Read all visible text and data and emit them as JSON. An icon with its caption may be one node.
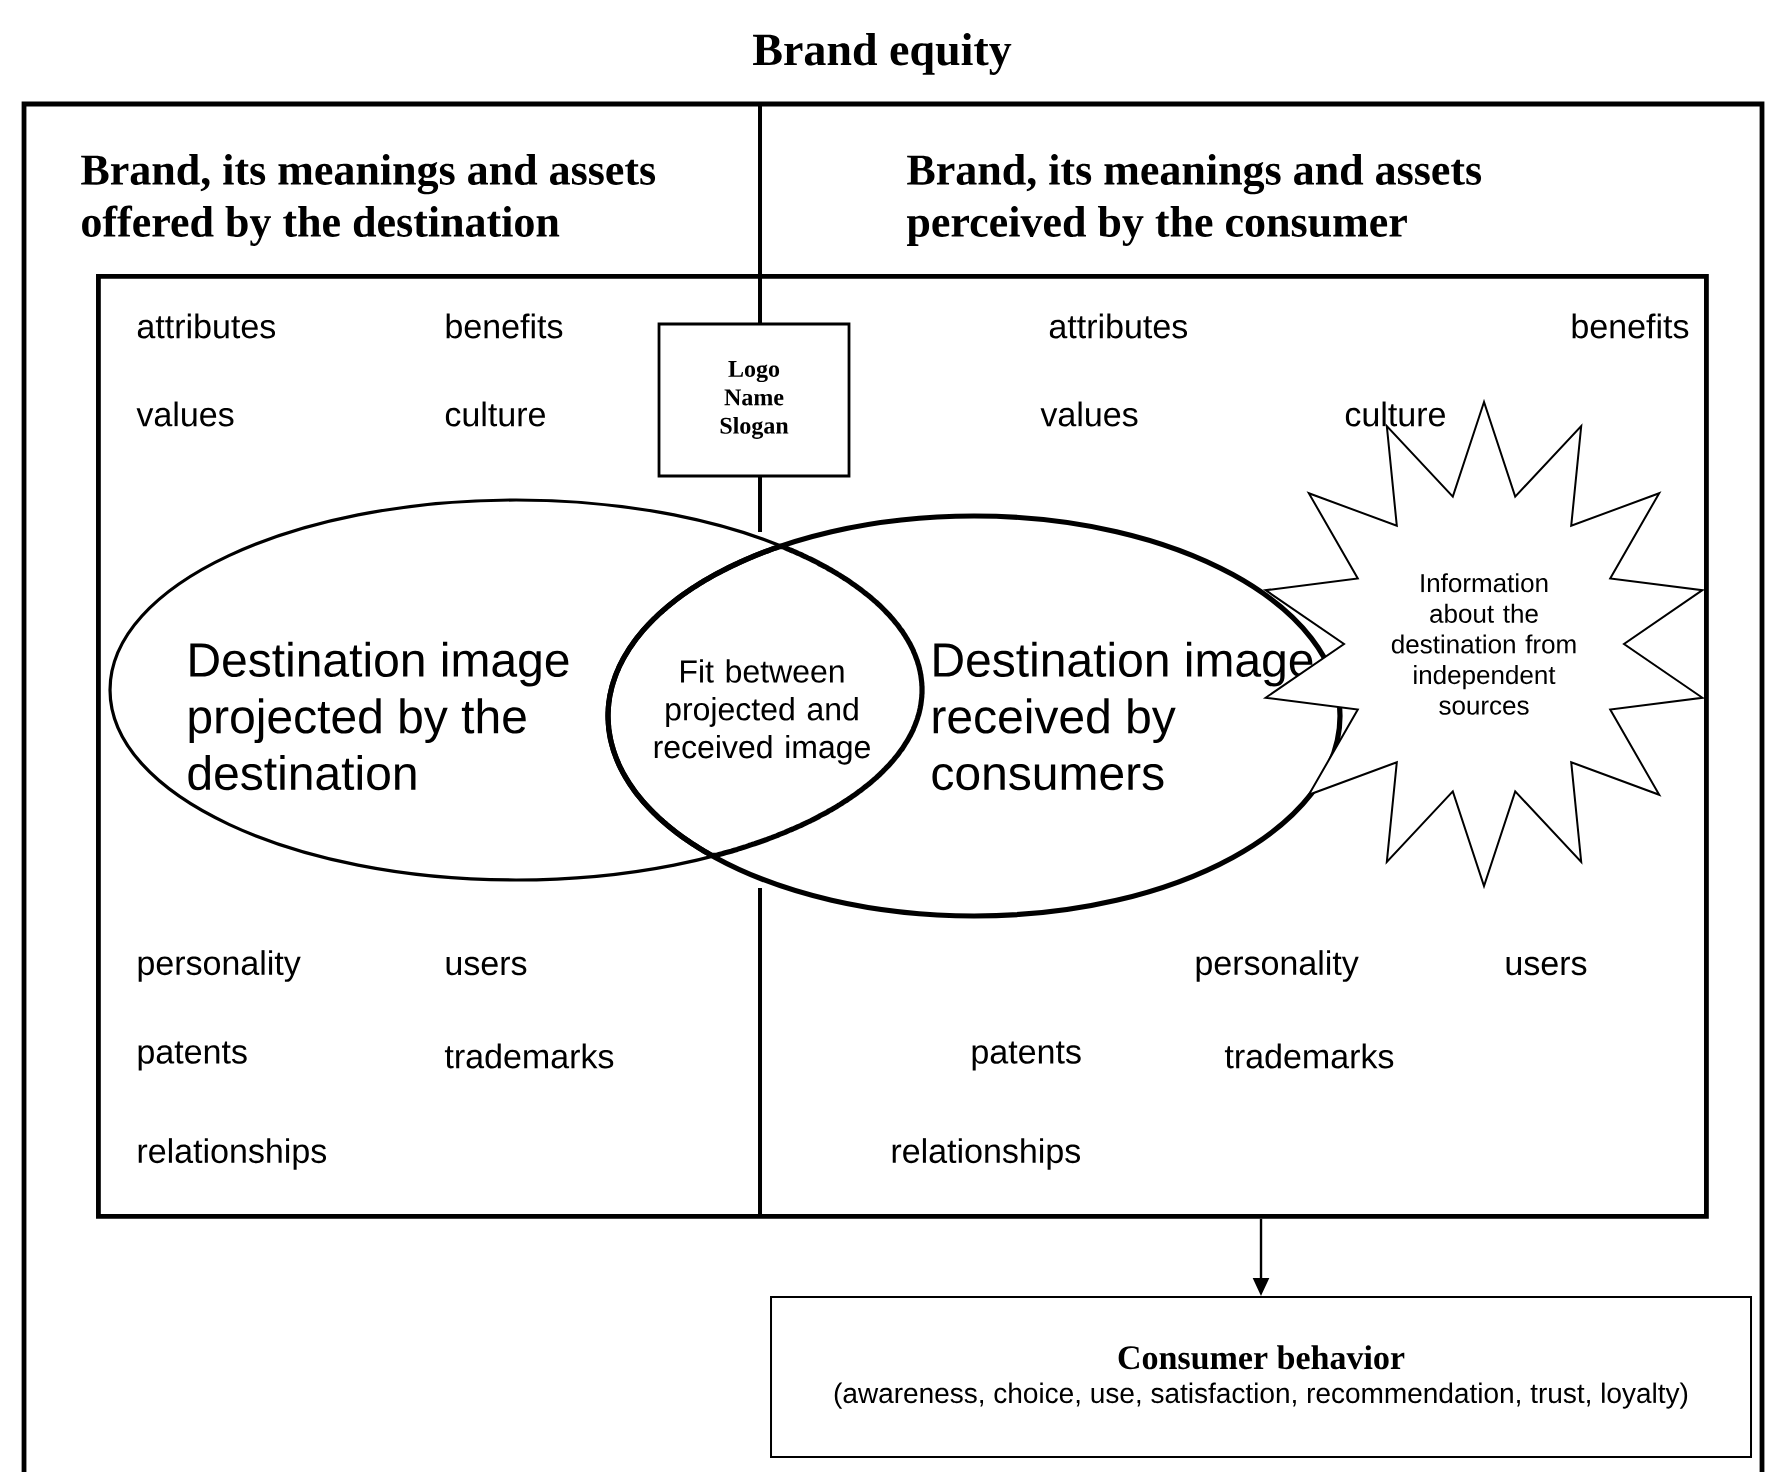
{
  "diagram": {
    "title": "Brand equity",
    "nodes": [
      {
        "text": [],
        "shape": "box"
      },
      {
        "text": [
          "Logo Name Slogan"
        ],
        "in": 0
      },
      {
        "text": [
          "Destination image projected by the destination"
        ],
        "in": 0
      },
      {
        "text": [
          "Fit between projected and received image"
        ]
      },
      {
        "text": [
          "Destination image received by consumers"
        ],
        "in": 0
      },
      {
        "text": [
          "Information about the destination from independent sources"
        ],
        "in": 0
      },
      {
        "text": [
          "Consumer behavior",
          "(awareness, choice, use, satisfaction, recommendation, trust, loyalty)"
        ]
      }
    ],
    "edges": [
      {
        "from": 0,
        "to": 6,
        "arrow": "to"
      }
    ],
    "labels": [
      "Brand, its meanings and assets offered by the destination",
      "Brand, its meanings and assets perceived by the consumer",
      "attributes",
      "benefits",
      "attributes",
      "benefits",
      "values",
      "culture",
      "values",
      "culture",
      "personality",
      "users",
      "personality",
      "users",
      "patents",
      "trademarks",
      "patents",
      "trademarks",
      "relationships",
      "relationships"
    ]
  }
}
